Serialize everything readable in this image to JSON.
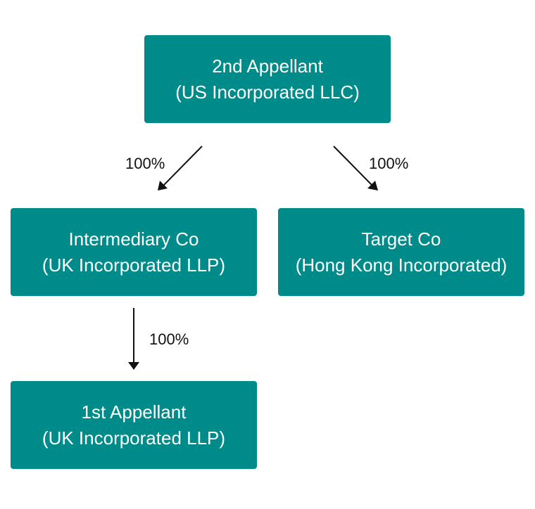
{
  "nodes": {
    "second_appellant": {
      "line1": "2nd Appellant",
      "line2": "(US Incorporated LLC)"
    },
    "intermediary": {
      "line1": "Intermediary Co",
      "line2": "(UK Incorporated LLP)"
    },
    "target": {
      "line1": "Target Co",
      "line2": "(Hong Kong Incorporated)"
    },
    "first_appellant": {
      "line1": "1st Appellant",
      "line2": "(UK Incorporated LLP)"
    }
  },
  "edges": [
    {
      "from": "2nd Appellant",
      "to": "Intermediary Co",
      "label": "100%"
    },
    {
      "from": "2nd Appellant",
      "to": "Target Co",
      "label": "100%"
    },
    {
      "from": "Intermediary Co",
      "to": "1st Appellant",
      "label": "100%"
    }
  ],
  "colors": {
    "node_fill": "#008b8b",
    "node_text": "#ffffff",
    "edge": "#111111"
  }
}
